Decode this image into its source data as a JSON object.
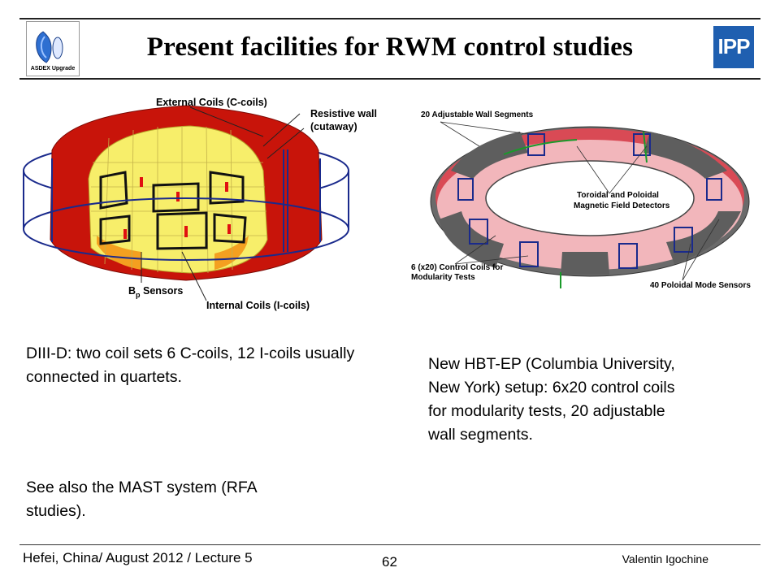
{
  "slide": {
    "title": "Present facilities for RWM control studies",
    "logo_left_text": "ASDEX Upgrade",
    "logo_right_text": "IPP"
  },
  "figure_left": {
    "labels": {
      "external_coils": "External Coils (C-coils)",
      "resistive_wall_1": "Resistive wall",
      "resistive_wall_2": "(cutaway)",
      "bp_sensors_main": "B",
      "bp_sensors_sub": "p",
      "bp_sensors_rest": " Sensors",
      "internal_coils": "Internal Coils (I-coils)"
    }
  },
  "figure_right": {
    "labels": {
      "wall_segments": "20 Adjustable Wall Segments",
      "field_detectors_1": "Toroidal and Poloidal",
      "field_detectors_2": "Magnetic Field Detectors",
      "control_coils_1": "6 (x20) Control Coils for",
      "control_coils_2": "Modularity Tests",
      "mode_sensors": "40 Poloidal Mode Sensors"
    }
  },
  "text": {
    "diii_d": "DIII-D: two coil sets 6 C-coils, 12 I-coils usually connected in quartets.",
    "mast": "See also the MAST system (RFA studies).",
    "hbt_ep": "New HBT-EP (Columbia University, New York) setup: 6x20 control coils for modularity tests, 20 adjustable wall segments."
  },
  "footer": {
    "left": "Hefei, China/ August 2012 / Lecture 5",
    "page": "62",
    "right": "Valentin Igochine"
  },
  "colors": {
    "wall_red": "#c8140a",
    "plasma_yellow": "#f7ee6a",
    "coil_blue": "#1a2a8c",
    "torus_grey": "#6a6a6a",
    "torus_pink": "#f2b6bb",
    "logo_blue": "#1f5fb0"
  }
}
